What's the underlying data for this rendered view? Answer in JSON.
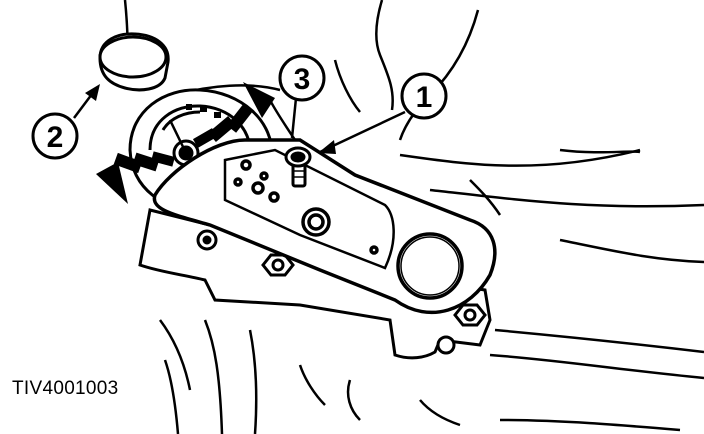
{
  "callouts": [
    "1",
    "2",
    "3"
  ],
  "figure_id": "TIV4001003"
}
